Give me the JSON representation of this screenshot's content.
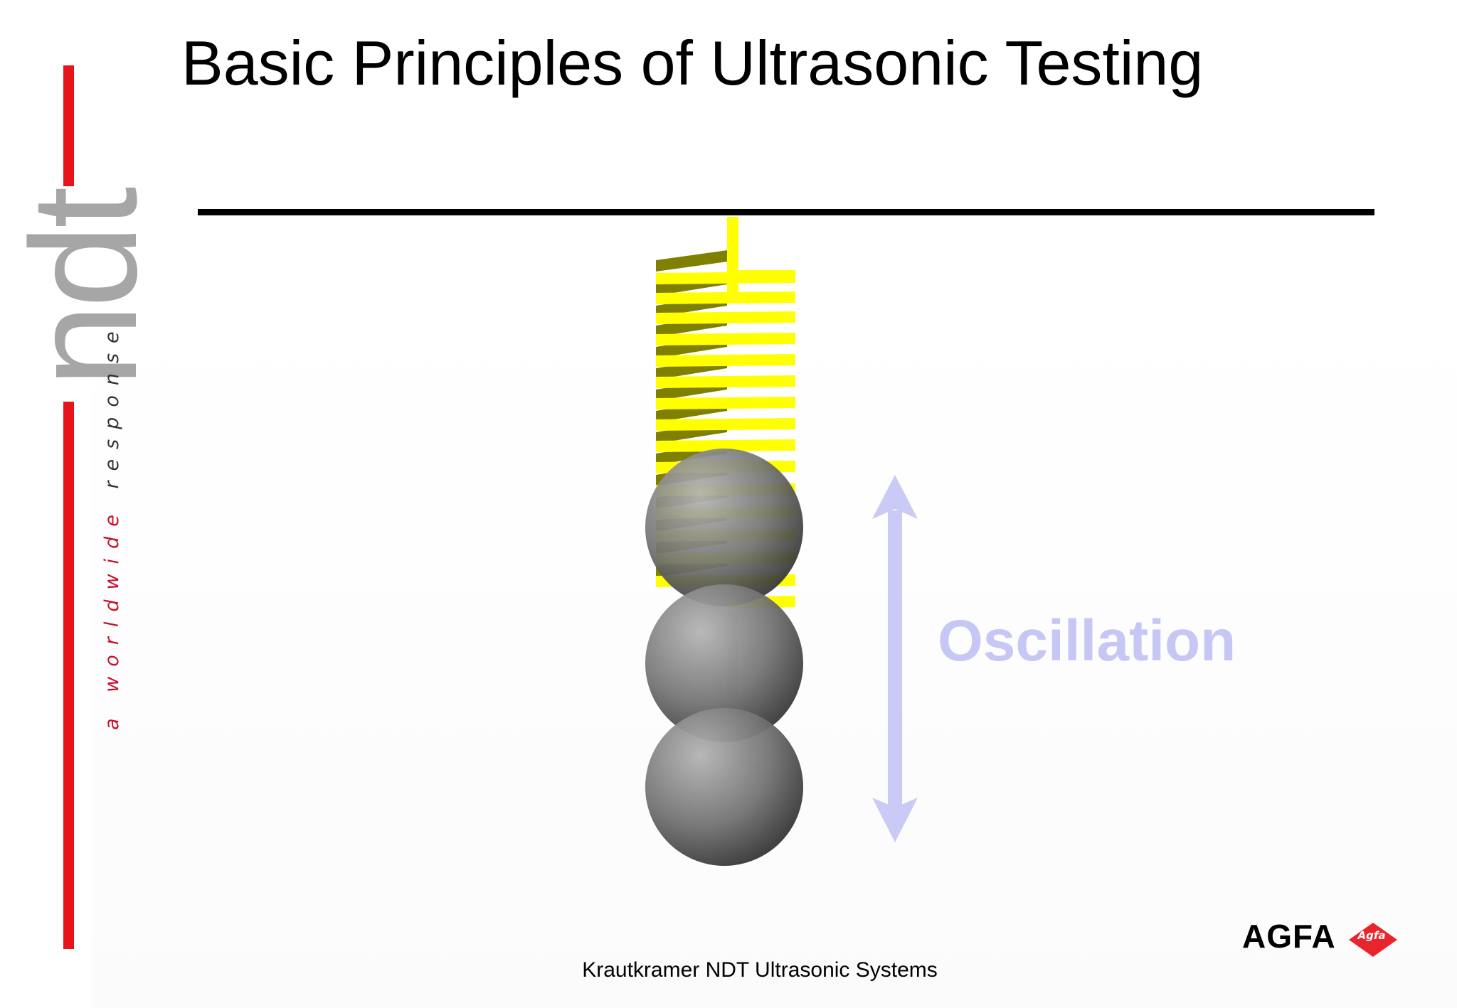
{
  "slide": {
    "title": "Basic Principles of Ultrasonic Testing",
    "footer": "Krautkramer NDT Ultrasonic Systems"
  },
  "branding": {
    "ndt_logo_text": "ndt",
    "tagline_part1": "a worldwide",
    "tagline_part2": "response",
    "agfa_wordmark": "AGFA",
    "agfa_logo_text": "Agfa",
    "agfa_red": "#e8242c",
    "ndt_gray": "#a6a6a6",
    "ndt_red": "#e8141c"
  },
  "diagram": {
    "label": "Oscillation",
    "label_color": "#c6c7f4",
    "arrow_color": "#c9caf6",
    "spring_color": "#ffff00",
    "spring_shadow_color": "#808000",
    "ball_color": "#6e6e6e",
    "ball_positions_shown": 3,
    "support_icon": "ceiling-line",
    "arrow_icon": "double-headed-arrow"
  }
}
